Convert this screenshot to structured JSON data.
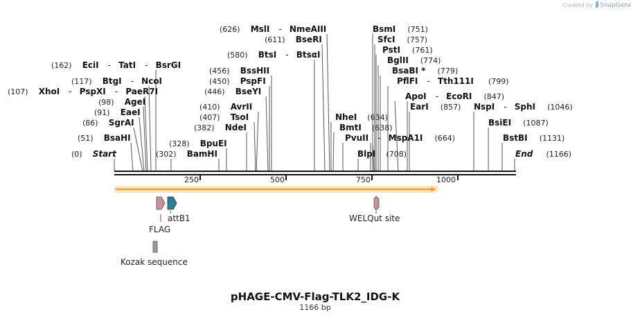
{
  "branding": {
    "prefix": "Created by",
    "name": "SnapGene"
  },
  "title": "pHAGE-CMV-Flag-TLK2_IDG-K",
  "subtitle": "1166 bp",
  "length": 1166,
  "scale_ticks": [
    "250",
    "500",
    "750",
    "1000"
  ],
  "sites": [
    {
      "pos": "(0)",
      "names": [
        "Start"
      ],
      "italic": true
    },
    {
      "pos": "(51)",
      "names": [
        "BsaHI"
      ]
    },
    {
      "pos": "(86)",
      "names": [
        "SgrAI"
      ]
    },
    {
      "pos": "(91)",
      "names": [
        "EaeI"
      ]
    },
    {
      "pos": "(98)",
      "names": [
        "AgeI"
      ]
    },
    {
      "pos": "(107)",
      "names": [
        "XhoI",
        "PspXI",
        "PaeR7I"
      ]
    },
    {
      "pos": "(117)",
      "names": [
        "BtgI",
        "NcoI"
      ]
    },
    {
      "pos": "(162)",
      "names": [
        "EciI",
        "TatI",
        "BsrGI"
      ]
    },
    {
      "pos": "(302)",
      "names": [
        "BamHI"
      ]
    },
    {
      "pos": "(328)",
      "names": [
        "BpuEI"
      ]
    },
    {
      "pos": "(382)",
      "names": [
        "NdeI"
      ]
    },
    {
      "pos": "(407)",
      "names": [
        "TsoI"
      ]
    },
    {
      "pos": "(410)",
      "names": [
        "AvrII"
      ]
    },
    {
      "pos": "(446)",
      "names": [
        "BseYI"
      ]
    },
    {
      "pos": "(450)",
      "names": [
        "PspFI"
      ]
    },
    {
      "pos": "(456)",
      "names": [
        "BssHII"
      ]
    },
    {
      "pos": "(580)",
      "names": [
        "BtsI",
        "BtsαI"
      ]
    },
    {
      "pos": "(611)",
      "names": [
        "BseRI"
      ]
    },
    {
      "pos": "(626)",
      "names": [
        "MslI",
        "NmeAIII"
      ]
    },
    {
      "pos": "(634)",
      "names": [
        "NheI"
      ]
    },
    {
      "pos": "(638)",
      "names": [
        "BmtI"
      ]
    },
    {
      "pos": "(664)",
      "names": [
        "PvuII",
        "MspA1I"
      ]
    },
    {
      "pos": "(708)",
      "names": [
        "BlpI"
      ]
    },
    {
      "pos": "(751)",
      "names": [
        "BsmI"
      ]
    },
    {
      "pos": "(757)",
      "names": [
        "SfcI"
      ]
    },
    {
      "pos": "(761)",
      "names": [
        "PstI"
      ]
    },
    {
      "pos": "(774)",
      "names": [
        "BglII"
      ]
    },
    {
      "pos": "(779)",
      "names": [
        "BsaBI *"
      ]
    },
    {
      "pos": "(799)",
      "names": [
        "PflFI",
        "Tth111I"
      ]
    },
    {
      "pos": "(847)",
      "names": [
        "ApoI",
        "EcoRI"
      ]
    },
    {
      "pos": "(857)",
      "names": [
        "EarI"
      ]
    },
    {
      "pos": "(1046)",
      "names": [
        "NspI",
        "SphI"
      ]
    },
    {
      "pos": "(1087)",
      "names": [
        "BsiEI"
      ]
    },
    {
      "pos": "(1131)",
      "names": [
        "BstBI"
      ]
    },
    {
      "pos": "(1166)",
      "names": [
        "End"
      ],
      "italic": true
    }
  ],
  "features": {
    "flag": "FLAG",
    "attb1": "attB1",
    "welqut": "WELQut site",
    "kozak": "Kozak sequence"
  },
  "colors": {
    "orf": "#f0a03c",
    "orf_glow": "#fde7c0",
    "flag": "#c9909b",
    "attb1": "#2a7f96",
    "welqut": "#c9909b",
    "kozak": "#9a97a3"
  }
}
